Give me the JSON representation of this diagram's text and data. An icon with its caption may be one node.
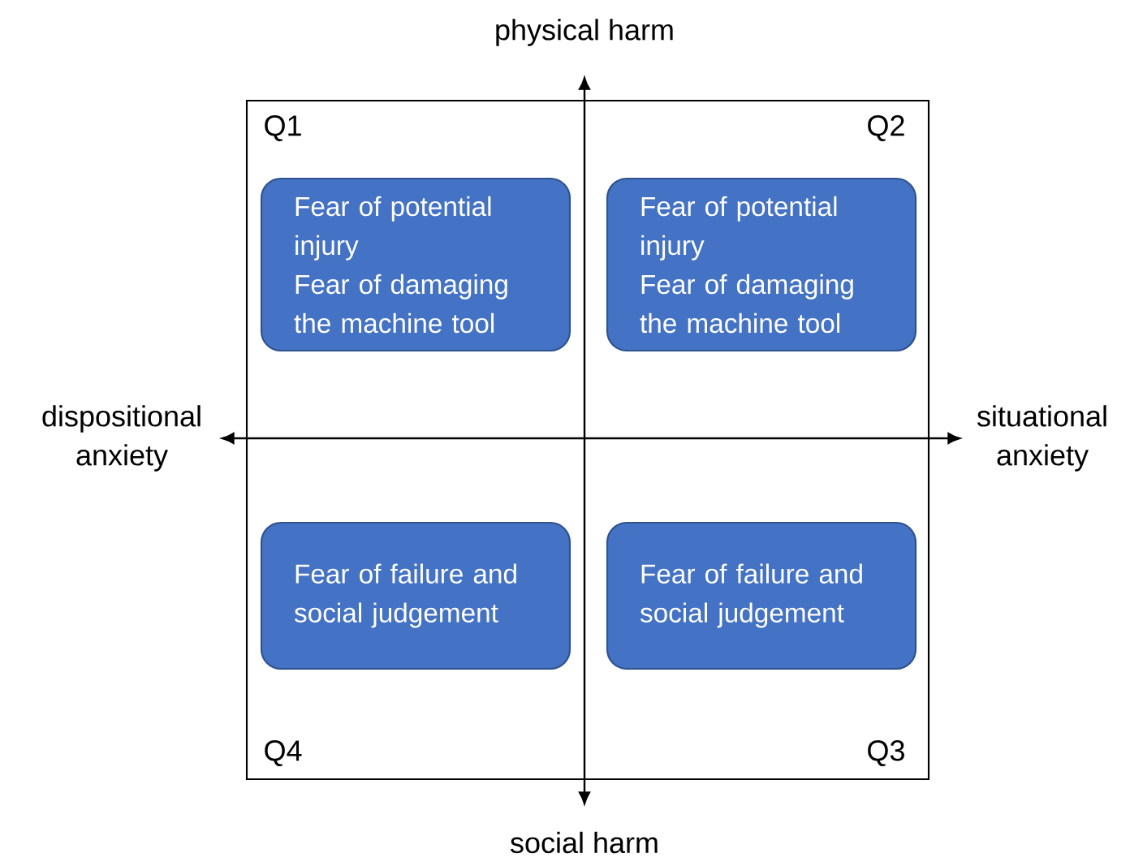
{
  "diagram": {
    "nodes": [
      {
        "text": [
          "Fear of potential injury",
          "Fear of damaging the machine tool"
        ]
      },
      {
        "text": [
          "Fear of potential injury",
          "Fear of damaging the machine tool"
        ]
      },
      {
        "text": [
          "Fear of failure and social judgement"
        ]
      },
      {
        "text": [
          "Fear of failure and social judgement"
        ]
      }
    ],
    "labels": [
      "physical harm",
      "Q1",
      "Q2",
      "dispositional anxiety",
      "situational anxiety",
      "Q4",
      "Q3",
      "social harm"
    ]
  }
}
